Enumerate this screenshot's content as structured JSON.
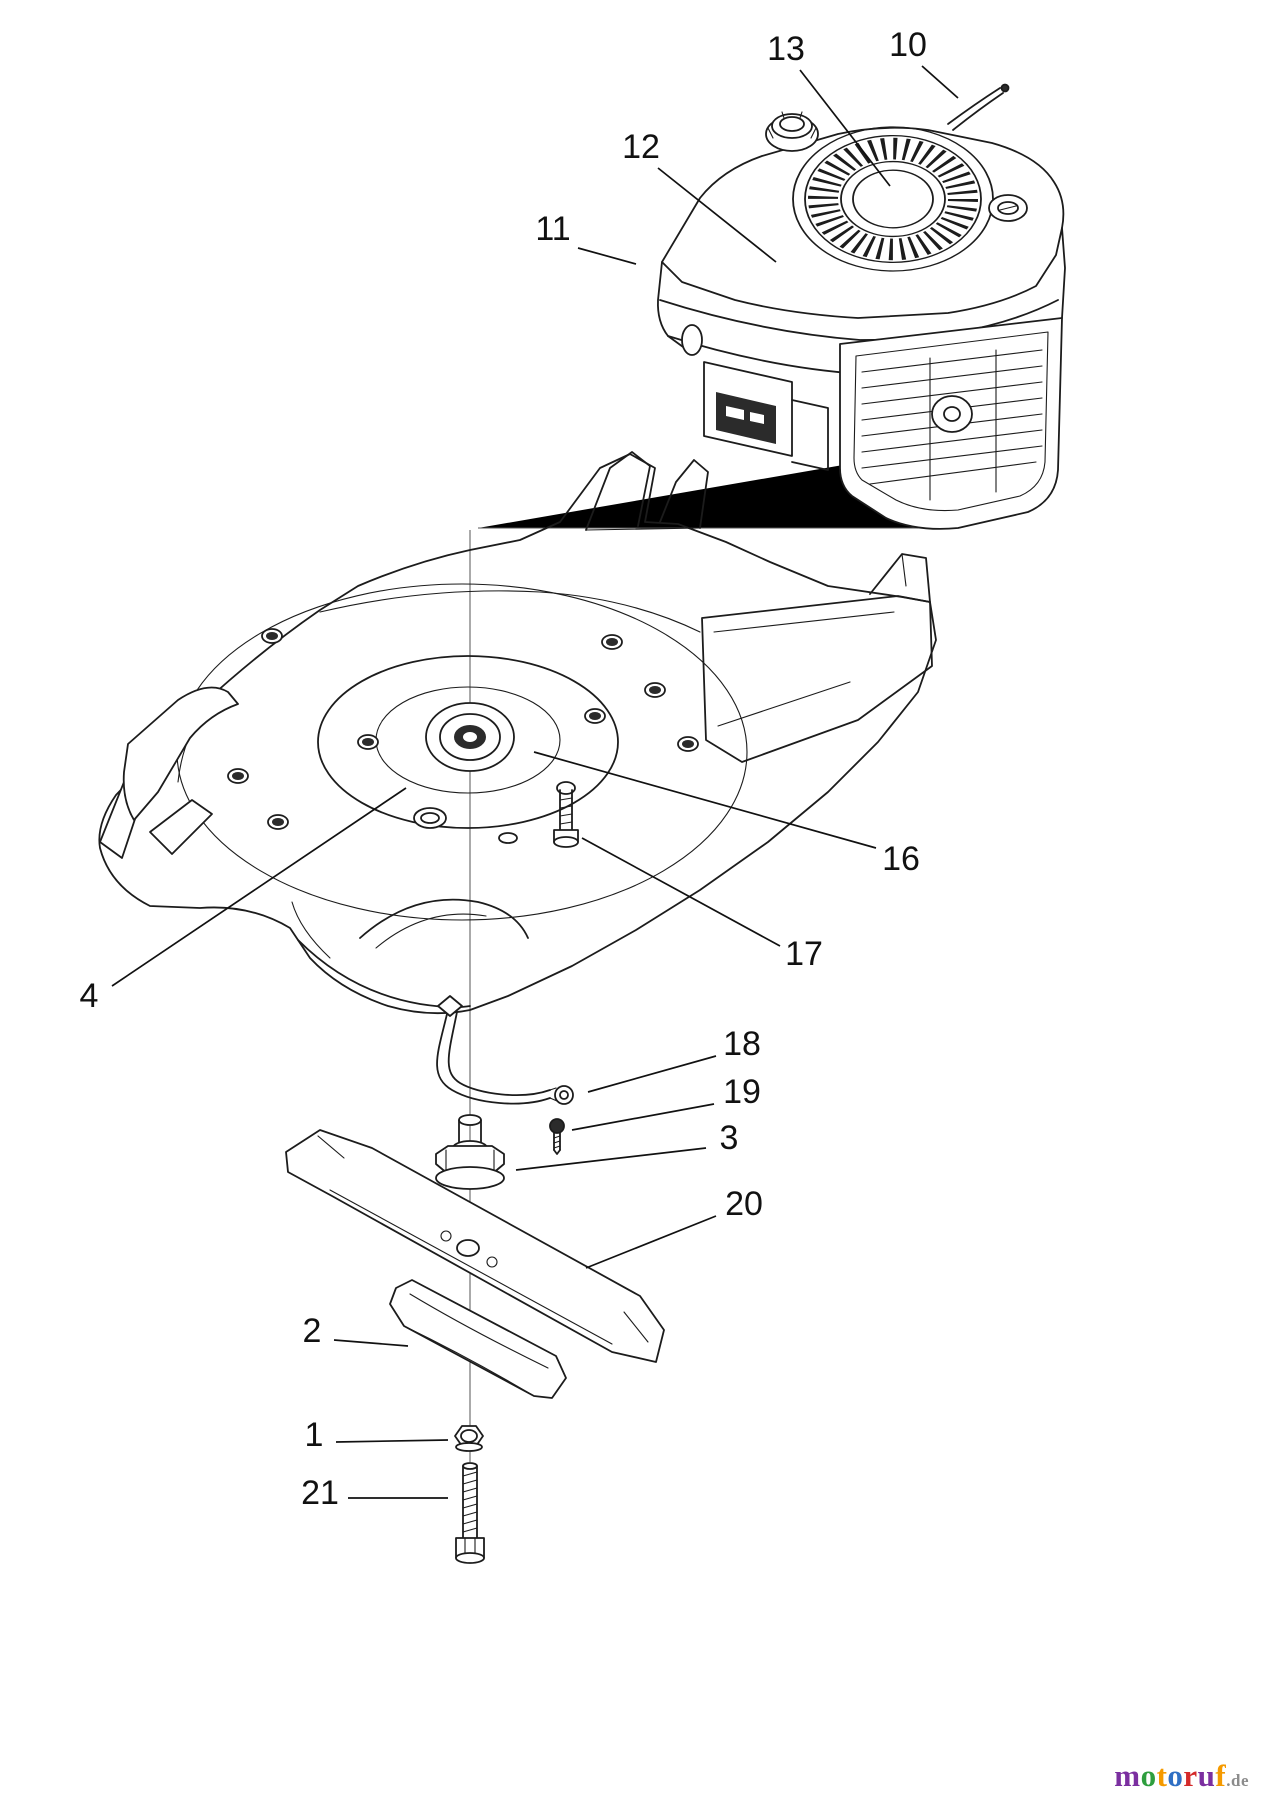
{
  "diagram": {
    "description": "Exploded parts diagram of lawn mower engine, deck and blade assembly",
    "callouts": [
      {
        "label": "13"
      },
      {
        "label": "10"
      },
      {
        "label": "12"
      },
      {
        "label": "11"
      },
      {
        "label": "16"
      },
      {
        "label": "17"
      },
      {
        "label": "4"
      },
      {
        "label": "18"
      },
      {
        "label": "19"
      },
      {
        "label": "3"
      },
      {
        "label": "20"
      },
      {
        "label": "2"
      },
      {
        "label": "1"
      },
      {
        "label": "21"
      }
    ],
    "line_color": "#1c1c1c",
    "background_color": "#ffffff"
  },
  "watermark": {
    "letters": [
      {
        "ch": "m",
        "style": "color:#7b2fa0"
      },
      {
        "ch": "o",
        "style": "color:#2e9e3e"
      },
      {
        "ch": "t",
        "style": "color:#f59a00"
      },
      {
        "ch": "o",
        "style": "color:#2f6fc4"
      },
      {
        "ch": "r",
        "style": "color:#d42a2a"
      },
      {
        "ch": "u",
        "style": "color:#7b2fa0"
      },
      {
        "ch": "f",
        "style": "color:#f59a00"
      }
    ],
    "suffix": ".de",
    "suffix_style": "color:#8c8c8c"
  }
}
